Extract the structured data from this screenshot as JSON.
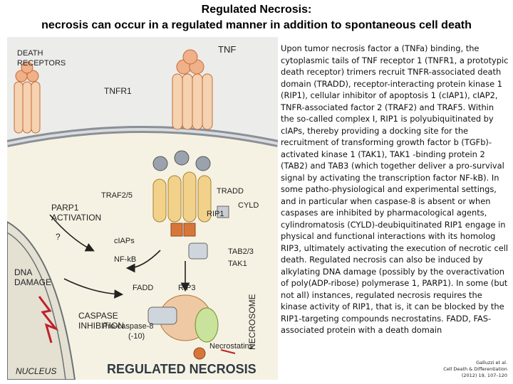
{
  "header": {
    "title": "Regulated Necrosis:",
    "subtitle": "necrosis can occur in a regulated manner in addition to spontaneous cell death"
  },
  "figure": {
    "labels": {
      "death_receptors_1": "DEATH",
      "death_receptors_2": "RECEPTORS",
      "tnf": "TNF",
      "tnfr1": "TNFR1",
      "traf25": "TRAF2/5",
      "tradd": "TRADD",
      "parp1_1": "PARP1",
      "parp1_2": "ACTIVATION",
      "question": "?",
      "ciaps": "cIAPs",
      "rip1": "RIP1",
      "cyld": "CYLD",
      "nfkb": "NF-kB",
      "tab23": "TAB2/3",
      "tak1": "TAK1",
      "dna_1": "DNA",
      "dna_2": "DAMAGE",
      "caspase_1": "CASPASE",
      "caspase_2": "INHIBITION",
      "fadd": "FADD",
      "rip3": "RIP3",
      "necrosome": "NECROSOME",
      "procasp_1": "Pro-caspase-8",
      "procasp_2": "(-10)",
      "necrostatins": "Necrostatins",
      "nucleus": "NUCLEUS",
      "banner": "REGULATED NECROSIS"
    },
    "colors": {
      "membrane": "#8a9096",
      "cytoplasm": "#f5f1e2",
      "extracellular": "#e9e9e4",
      "receptor": "#f0b088",
      "receptor_stroke": "#c46b3a",
      "protein_yellow": "#f2d18a",
      "protein_grey": "#9aa2ad",
      "banner": "#2f3a44"
    }
  },
  "description": "Upon tumor necrosis factor a (TNFa) binding, the cytoplasmic tails of TNF receptor 1 (TNFR1, a prototypic death receptor) trimers recruit TNFR-associated death domain (TRADD), receptor-interacting protein kinase 1 (RIP1), cellular inhibitor of apoptosis 1 (cIAP1), cIAP2, TNFR-associated factor 2 (TRAF2) and TRAF5. Within the so-called complex I, RIP1 is polyubiquitinated by cIAPs, thereby providing a docking site for the recruitment of transforming growth factor b (TGFb)-activated kinase 1 (TAK1), TAK1 -binding protein 2 (TAB2) and TAB3 (which together deliver a pro-survival signal by activating the transcription factor NF-kB). In some patho-physiological and experimental settings, and in particular when caspase-8 is absent or when caspases are inhibited by pharmacological agents, cylindromatosis (CYLD)-deubiquitinated RIP1 engage in physical and functional interactions with its homolog RIP3, ultimately activating the execution of necrotic cell death. Regulated necrosis can also be induced by alkylating DNA damage (possibly by the overactivation of poly(ADP-ribose) polymerase 1, PARP1). In some (but not all) instances, regulated necrosis requires the kinase activity of RIP1, that is, it can be blocked by the RIP1-targeting compounds necrostatins. FADD, FAS-associated protein with a death domain",
  "citation": {
    "line1": "Galluzzi et al.",
    "line2": "Cell Death & Differentiation",
    "line3": "(2012) 19, 107–120"
  }
}
